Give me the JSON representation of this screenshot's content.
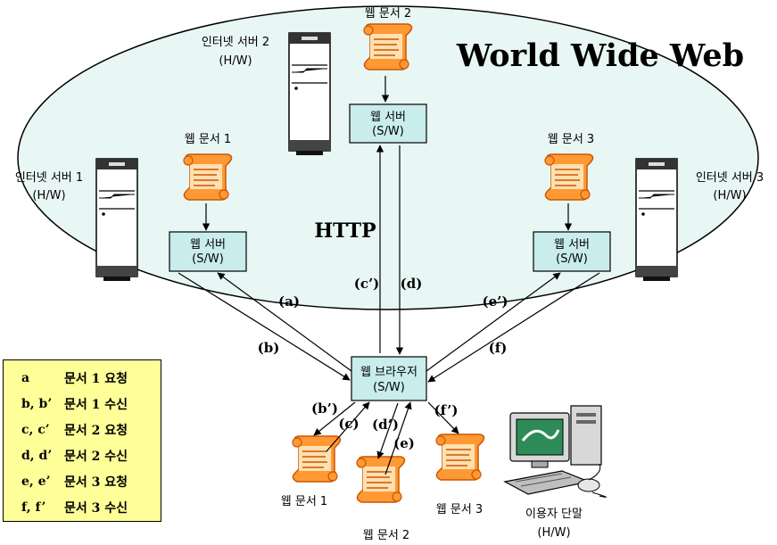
{
  "region_title": "World Wide Web",
  "protocol_label": "HTTP",
  "servers": [
    {
      "name": "인터넷 서버 1",
      "type": "(H/W)"
    },
    {
      "name": "인터넷 서버 2",
      "type": "(H/W)"
    },
    {
      "name": "인터넷 서버 3",
      "type": "(H/W)"
    }
  ],
  "web_server": {
    "name": "웹 서버",
    "type": "(S/W)"
  },
  "web_docs": [
    "웹 문서 1",
    "웹 문서 2",
    "웹 문서 3"
  ],
  "browser": {
    "name": "웹 브라우저",
    "type": "(S/W)"
  },
  "terminal": {
    "name": "이용자 단말",
    "type": "(H/W)"
  },
  "arrow_labels": {
    "a": "(a)",
    "b": "(b)",
    "c_prime": "(c’)",
    "d": "(d)",
    "e_prime": "(e’)",
    "f": "(f)",
    "b_prime": "(b’)",
    "c": "(c)",
    "d_prime": "(d’)",
    "e": "(e)",
    "f_prime": "(f’)"
  },
  "legend": [
    {
      "key": "a",
      "text": "문서 1 요청"
    },
    {
      "key": "b, b’",
      "text": "문서 1 수신"
    },
    {
      "key": "c,  c’",
      "text": "문서 2 요청"
    },
    {
      "key": "d, d’",
      "text": "문서 2 수신"
    },
    {
      "key": "e, e’",
      "text": "문서 3 요청"
    },
    {
      "key": "f,  f’",
      "text": "문서 3 수신"
    }
  ],
  "colors": {
    "ellipse_fill": "#e8f6f4",
    "box_fill": "#c9ecec",
    "legend_fill": "#ffff99",
    "scroll": "#ff9933"
  }
}
